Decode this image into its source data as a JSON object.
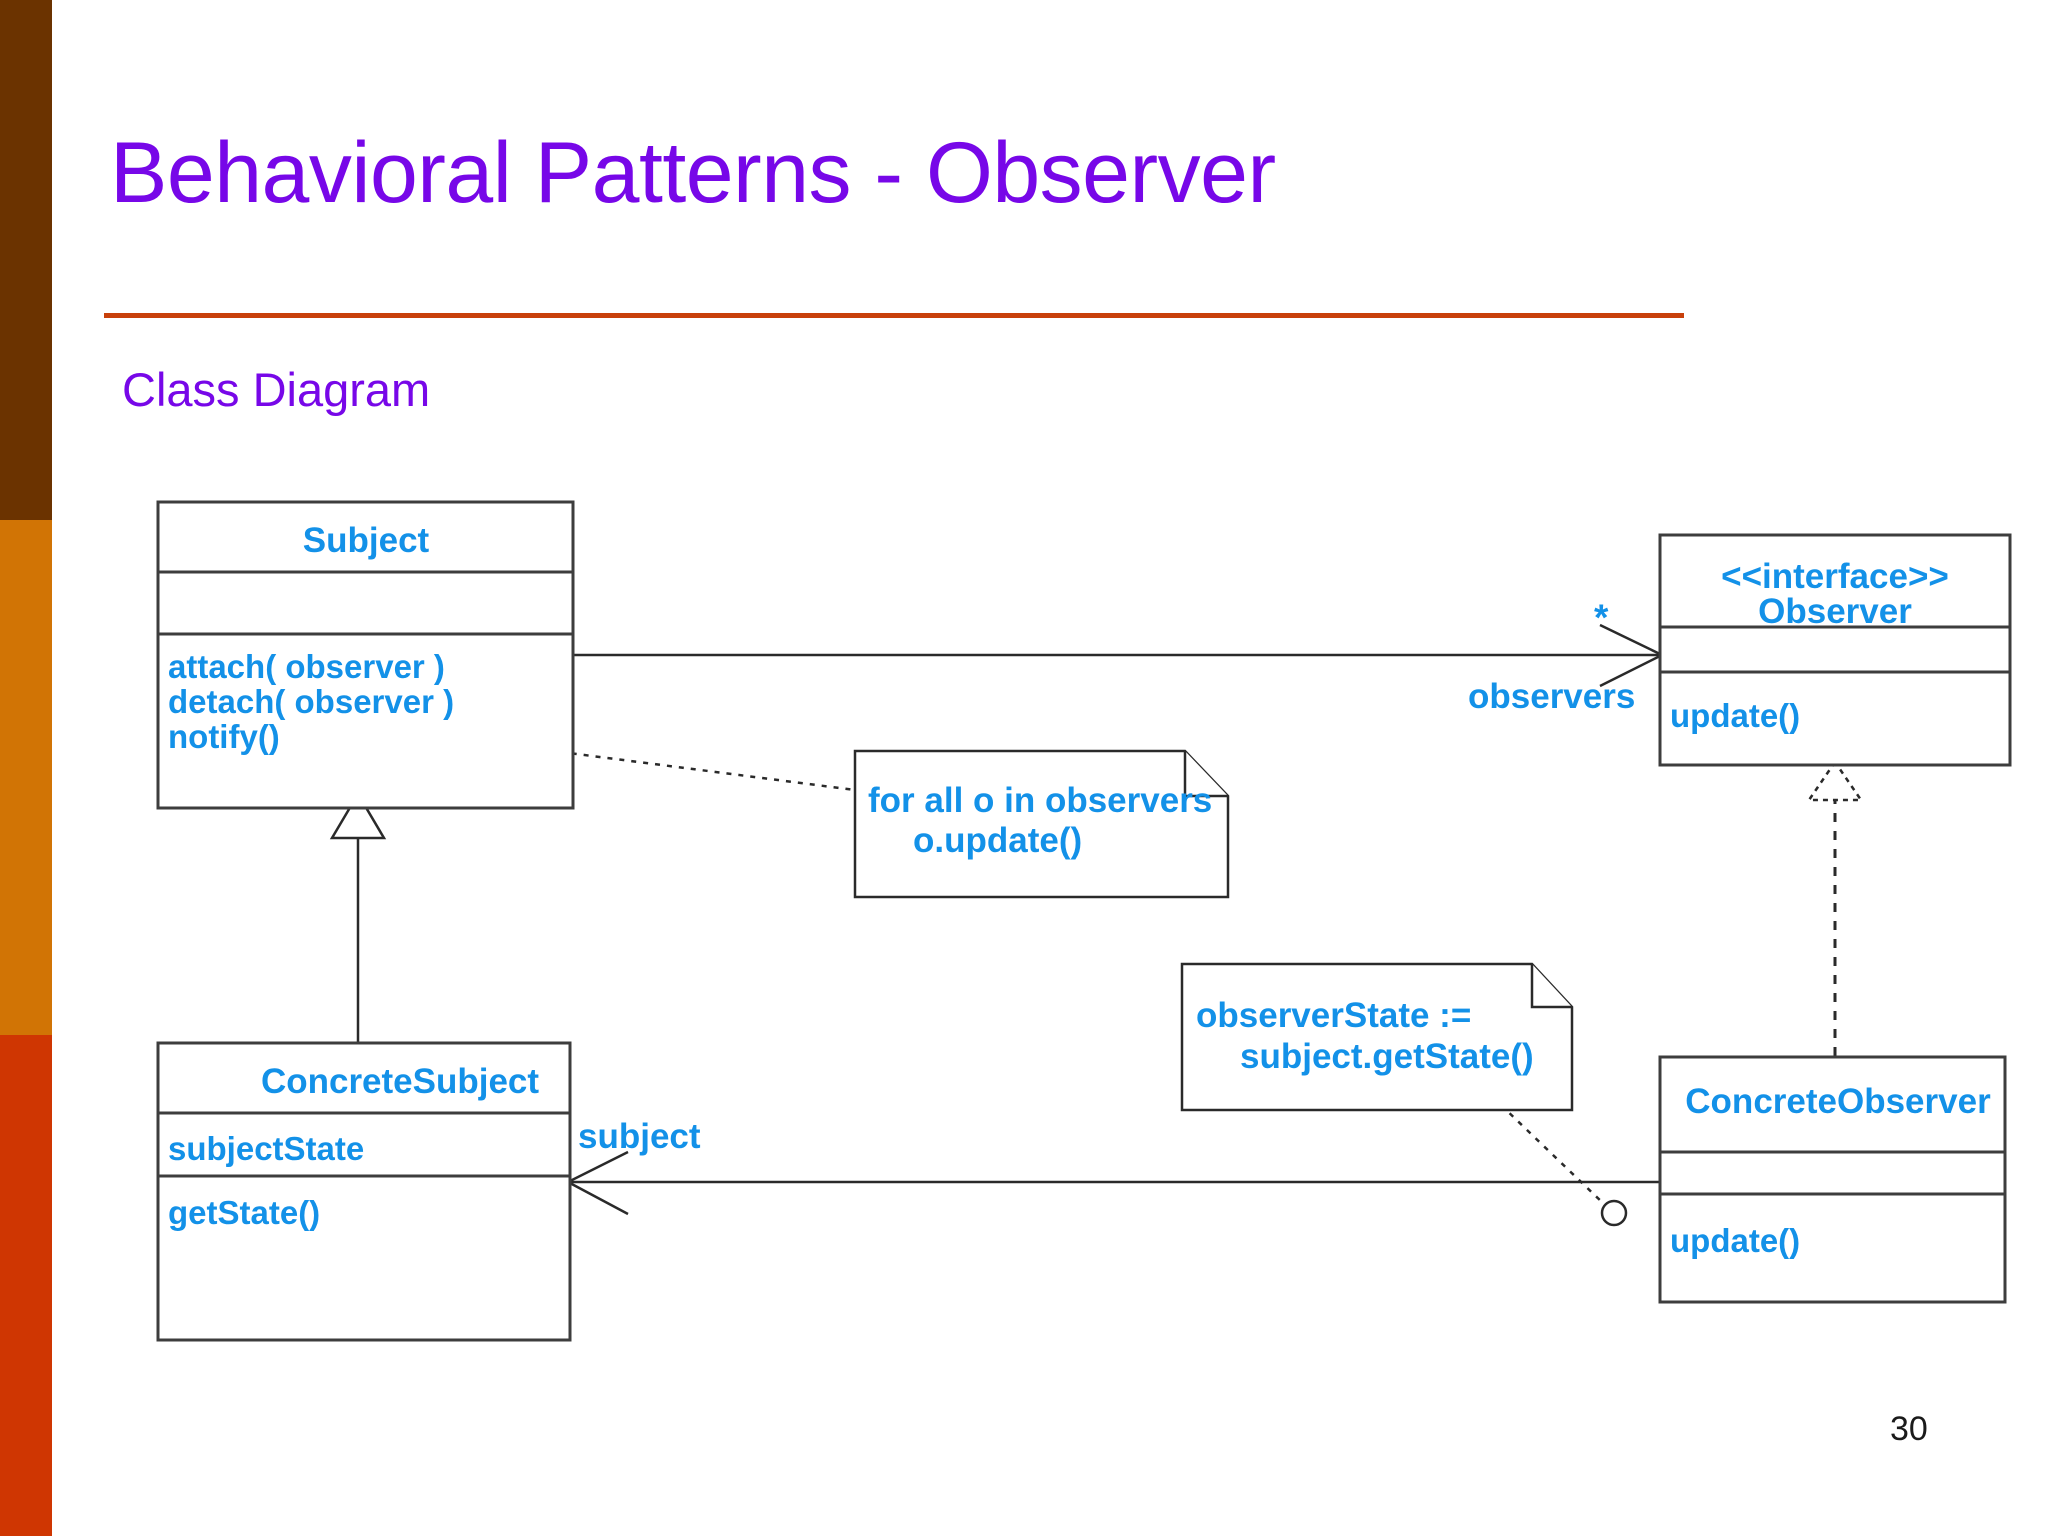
{
  "slide": {
    "title": "Behavioral Patterns - Observer",
    "subtitle": "Class Diagram",
    "page_number": "30",
    "title_color": "#7707E8",
    "rule_color": "#C8400B",
    "uml_text_color": "#1391E8",
    "sidebar_colors": [
      "#6B3300",
      "#D17405",
      "#CF3602"
    ]
  },
  "diagram": {
    "type": "uml-class-diagram",
    "classes": [
      {
        "id": "subject",
        "name": "Subject",
        "stereotype": "",
        "attributes": [],
        "operations": [
          "attach( observer )",
          "detach( observer )",
          "notify()"
        ]
      },
      {
        "id": "observer",
        "name": "Observer",
        "stereotype": "<<interface>>",
        "attributes": [],
        "operations": [
          "update()"
        ]
      },
      {
        "id": "concrete-subject",
        "name": "ConcreteSubject",
        "stereotype": "",
        "attributes": [
          "subjectState"
        ],
        "operations": [
          "getState()"
        ]
      },
      {
        "id": "concrete-observer",
        "name": "ConcreteObserver",
        "stereotype": "",
        "attributes": [],
        "operations": [
          "update()"
        ]
      }
    ],
    "notes": [
      {
        "id": "note-notify",
        "lines": [
          "for all o in observers",
          "o.update()"
        ],
        "attached_to": "subject.notify()"
      },
      {
        "id": "note-update",
        "lines": [
          "observerState :=",
          "subject.getState()"
        ],
        "attached_to": "concrete-observer.update()"
      }
    ],
    "relationships": [
      {
        "id": "rel-subject-observers",
        "kind": "association",
        "from": "subject",
        "to": "observer",
        "role_label": "observers",
        "multiplicity": "*"
      },
      {
        "id": "rel-concrete-subject-generalization",
        "kind": "generalization",
        "from": "concrete-subject",
        "to": "subject"
      },
      {
        "id": "rel-concrete-observer-realization",
        "kind": "realization",
        "from": "concrete-observer",
        "to": "observer"
      },
      {
        "id": "rel-observer-subject",
        "kind": "association",
        "from": "concrete-observer",
        "to": "concrete-subject",
        "role_label": "subject",
        "multiplicity": ""
      }
    ]
  }
}
